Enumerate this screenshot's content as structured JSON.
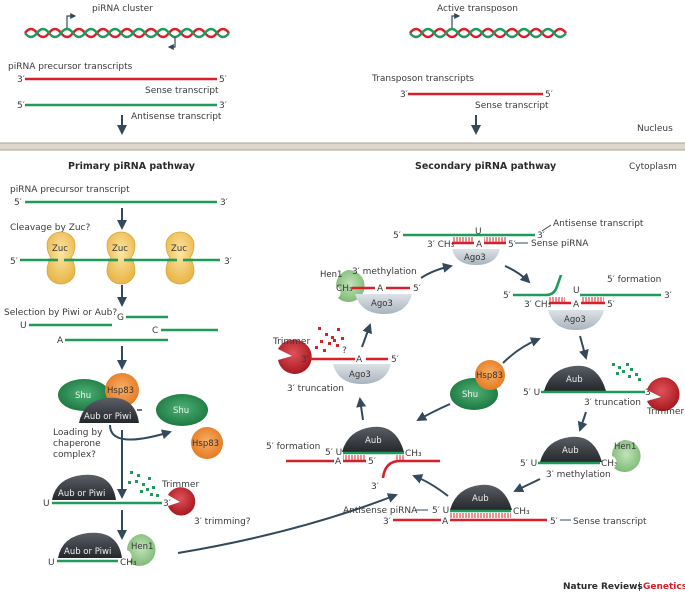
{
  "figure": {
    "nucleus": {
      "region_label": "Nucleus",
      "cluster_label": "piRNA cluster",
      "precursor_heading": "piRNA precursor transcripts",
      "sense_label": "Sense transcript",
      "antisense_label": "Antisense transcript",
      "transposon_label": "Active transposon",
      "transposon_transcripts_heading": "Transposon  transcripts",
      "transposon_sense_label": "Sense transcript"
    },
    "cytoplasm": {
      "region_label": "Cytoplasm",
      "primary_title": "Primary piRNA pathway",
      "secondary_title": "Secondary piRNA pathway"
    },
    "ends": {
      "three": "3′",
      "five": "5′",
      "five_u": "5′ U",
      "three_ch3": "3′ CH₃",
      "ch3": "CH₃"
    },
    "bases": {
      "U": "U",
      "A": "A",
      "G": "G",
      "C": "C"
    },
    "primary": {
      "precursor_label": "piRNA precursor transcript",
      "cleavage_label": "Cleavage by Zuc?",
      "zuc": "Zuc",
      "selection_label": "Selection by Piwi or Aub?",
      "shu": "Shu",
      "hsp83": "Hsp83",
      "aub_or_piwi": "Aub or Piwi",
      "loading_label": [
        "Loading by",
        "chaperone",
        "complex?"
      ],
      "trimmer": "Trimmer",
      "trimming_label": "3′ trimming?",
      "hen1": "Hen1"
    },
    "secondary": {
      "antisense_transcript_label": "Antisense transcript",
      "sense_pirna_label": "Sense piRNA",
      "ago3": "Ago3",
      "aub": "Aub",
      "hen1": "Hen1",
      "shu": "Shu",
      "hsp83": "Hsp83",
      "trimmer": "Trimmer",
      "methylation_label": "3′ methylation",
      "formation_label": "5′ formation",
      "truncation_label": "3′ truncation",
      "question": "?",
      "antisense_pirna_label": "Antisense piRNA",
      "sense_transcript_label": "Sense transcript"
    },
    "credit": {
      "journal": "Nature Reviews",
      "separator": "|",
      "section": "Genetics"
    }
  },
  "colors": {
    "sense_red": "#d8202a",
    "antisense_green": "#1f9a5a",
    "arrow": "#34495a",
    "zuc": "#f5cd6a",
    "shu": "#1f8a4c",
    "hsp83": "#ef8a2e",
    "aub": "#3b3f44",
    "ago3": "#c5ccd3",
    "hen1": "#8fc98a",
    "trimmer": "#c0262d",
    "membrane": "#d9d4c7",
    "credit_accent": "#d8202a"
  }
}
